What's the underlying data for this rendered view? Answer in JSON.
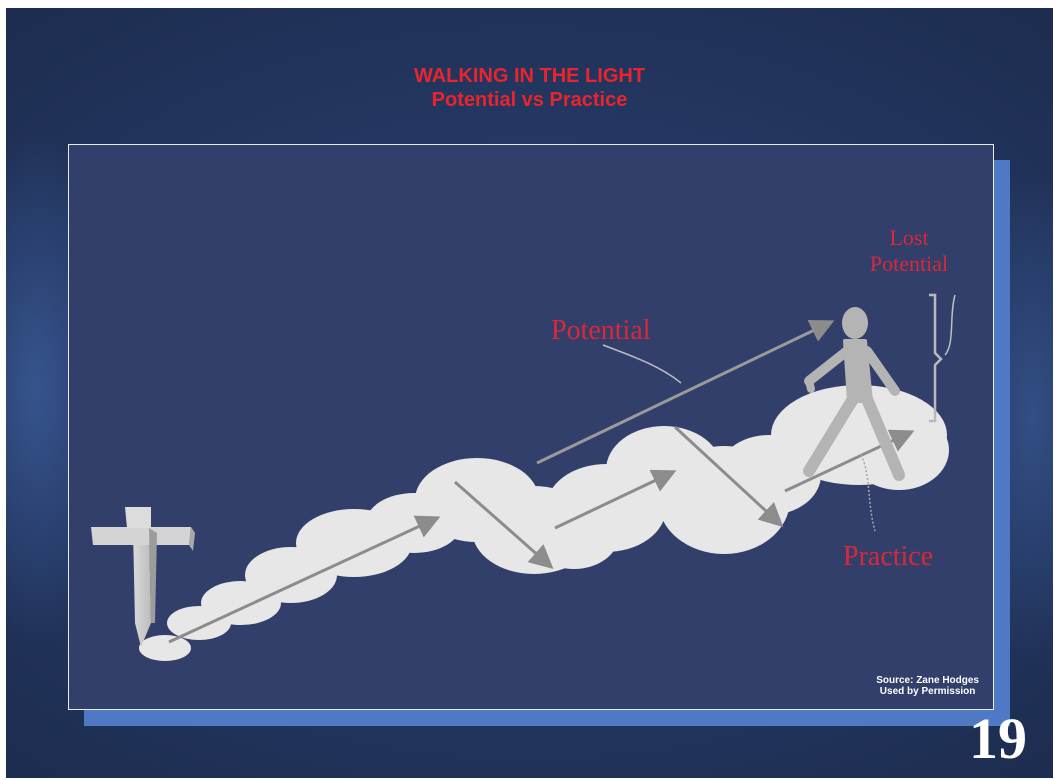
{
  "slide": {
    "title_line1": "WALKING IN THE LIGHT",
    "title_line2": "Potential vs Practice",
    "page_number": "19"
  },
  "diagram": {
    "label_potential": "Potential",
    "label_practice": "Practice",
    "label_lost_line1": "Lost",
    "label_lost_line2": "Potential",
    "source_line1": "Source: Zane Hodges",
    "source_line2": "Used by Permission",
    "icons": [
      "cross-icon",
      "walking-person-icon"
    ],
    "colors": {
      "title": "#e8242c",
      "labels": "#d8283a",
      "cloud": "#e7e7e7",
      "arrow": "#8c8c8c",
      "panel": "#333f6b",
      "panel_shadow": "#4f79c4"
    }
  }
}
